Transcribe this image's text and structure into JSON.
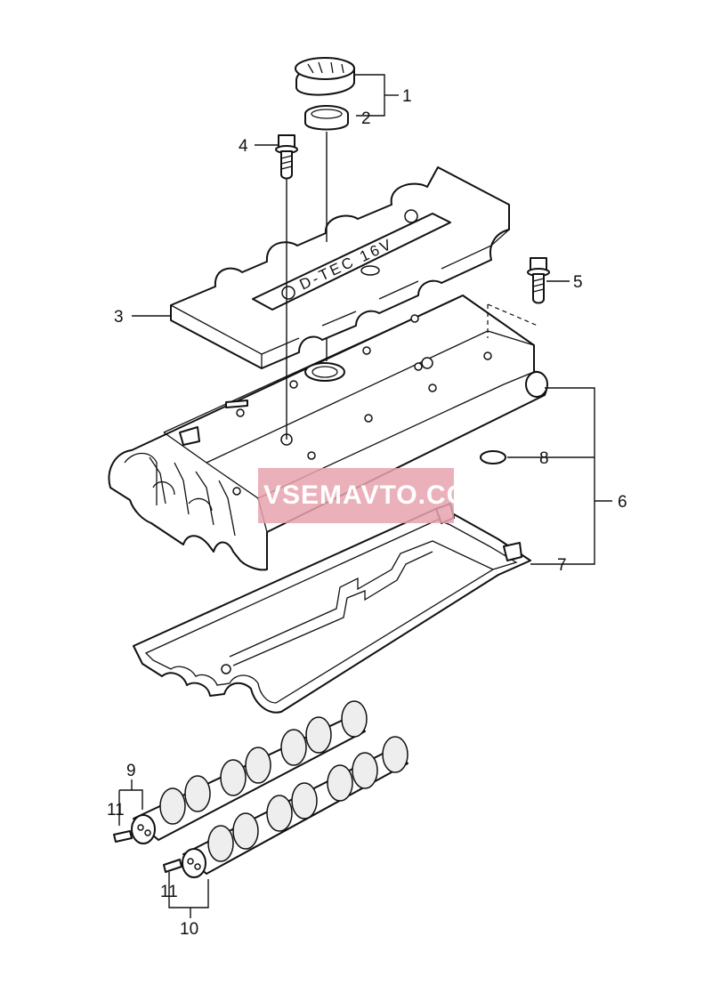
{
  "callouts": [
    "1",
    "2",
    "3",
    "4",
    "5",
    "6",
    "7",
    "8",
    "9",
    "10",
    "11"
  ],
  "cover_text": "D-TEC 16V",
  "watermark": "VSEMAVTO.COM",
  "colors": {
    "line": "#111111",
    "watermark_band": "#e8a3ae",
    "watermark_text": "#ffffff"
  }
}
